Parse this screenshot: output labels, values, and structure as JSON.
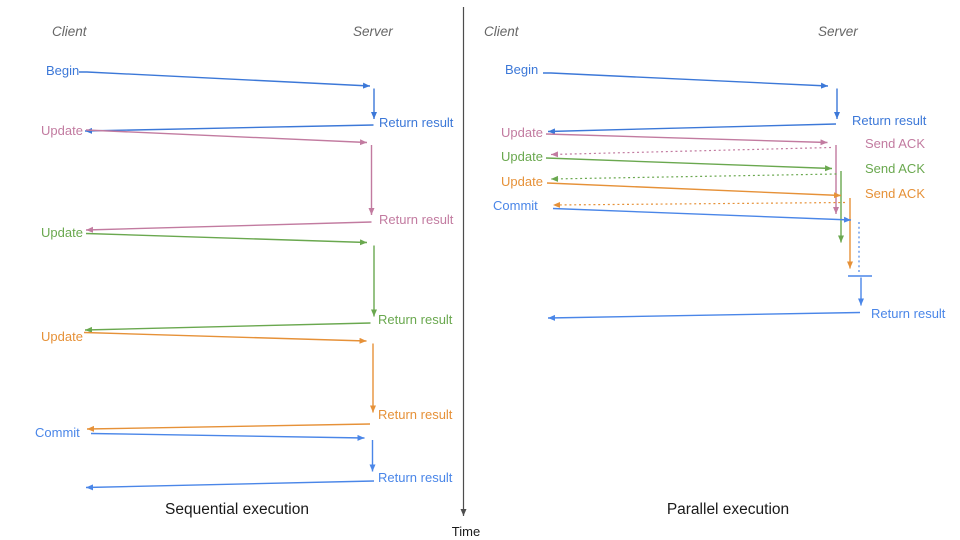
{
  "colors": {
    "blue": "#3c78d8",
    "blue2": "#4a86e8",
    "pink": "#c27ba0",
    "green": "#6aa84f",
    "orange": "#e69138",
    "axis": "#4d4d4d",
    "header_gray": "#666666",
    "text_black": "#1a1a1a"
  },
  "axis": {
    "label": "Time"
  },
  "left": {
    "title": "Sequential execution",
    "client_header": "Client",
    "server_header": "Server",
    "rows": [
      {
        "label": "Begin",
        "result": "Return result"
      },
      {
        "label": "Update",
        "result": "Return result"
      },
      {
        "label": "Update",
        "result": "Return result"
      },
      {
        "label": "Update",
        "result": "Return result"
      },
      {
        "label": "Commit",
        "result": "Return result"
      }
    ]
  },
  "right": {
    "title": "Parallel execution",
    "client_header": "Client",
    "server_header": "Server",
    "rows": [
      {
        "label": "Begin",
        "result": "Return result"
      },
      {
        "label": "Update",
        "result": "Send ACK"
      },
      {
        "label": "Update",
        "result": "Send ACK"
      },
      {
        "label": "Update",
        "result": "Send ACK"
      },
      {
        "label": "Commit",
        "result": "Return result"
      }
    ]
  }
}
